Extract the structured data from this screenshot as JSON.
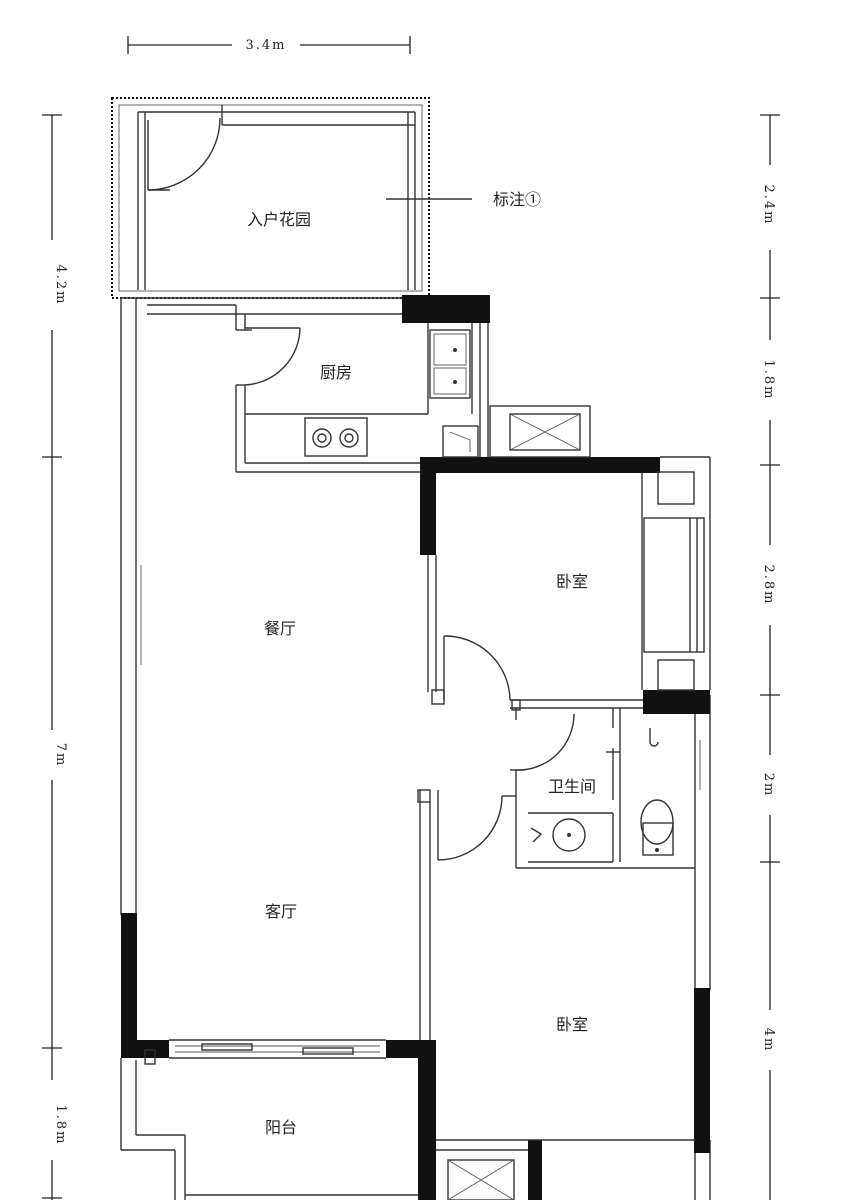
{
  "dimensions": {
    "top_width": "3.4m",
    "left": [
      "4.2m",
      "7m",
      "1.8m"
    ],
    "right": [
      "2.4m",
      "1.8m",
      "2.8m",
      "2m",
      "4m"
    ]
  },
  "rooms": {
    "entry_garden": "入户花园",
    "kitchen": "厨房",
    "dining": "餐厅",
    "bedroom_upper": "卧室",
    "bathroom": "卫生间",
    "living": "客厅",
    "bedroom_lower": "卧室",
    "balcony": "阳台"
  },
  "annotation": {
    "note": "标注①"
  }
}
